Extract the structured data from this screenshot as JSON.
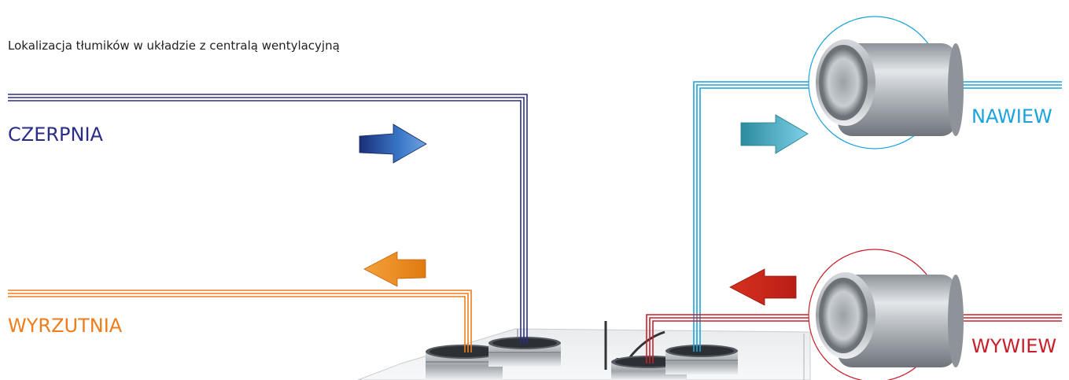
{
  "caption": "Lokalizacja tłumików w układzie z centralą wentylacyjną",
  "labels": {
    "czerpnia": "CZERPNIA",
    "wyrzutnia": "WYRZUTNIA",
    "nawiew": "NAWIEW",
    "wywiew": "WYWIEW"
  },
  "colors": {
    "czerpnia": "#2b2e86",
    "wyrzutnia": "#ee7d1a",
    "nawiew": "#1ba3dc",
    "wywiew": "#c8202a"
  },
  "icons": {
    "czerpnia_arrow": "arrow-right-icon",
    "wyrzutnia_arrow": "arrow-left-icon",
    "nawiew_arrow": "arrow-right-icon",
    "wywiew_arrow": "arrow-left-icon",
    "silencer": "duct-silencer-icon",
    "unit": "ventilation-unit-icon"
  }
}
